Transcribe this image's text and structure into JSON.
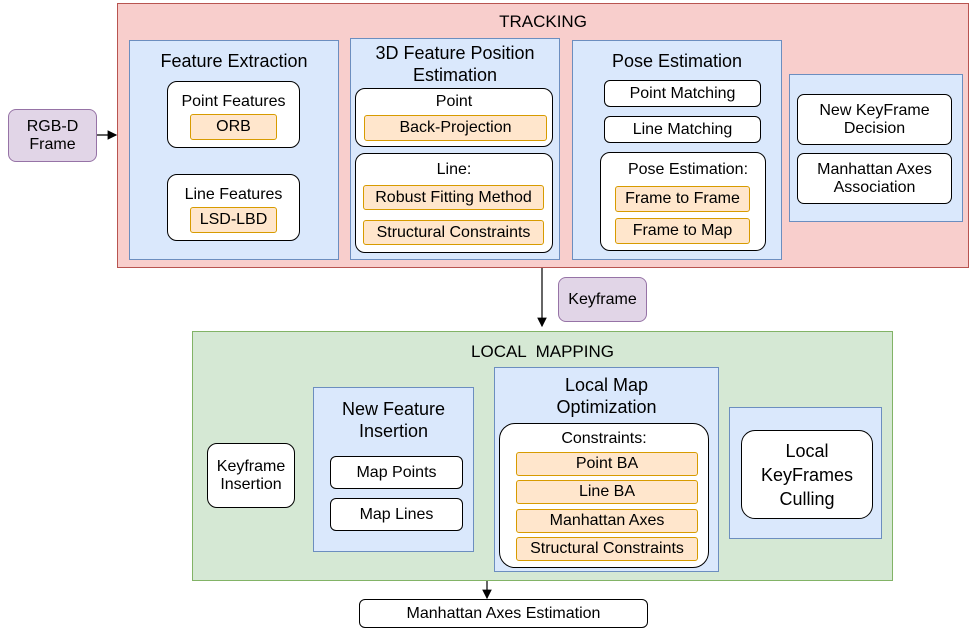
{
  "input_frame": "RGB-D\nFrame",
  "tracking": {
    "title": "TRACKING",
    "feature_extraction": {
      "title": "Feature Extraction",
      "point_features": "Point Features",
      "orb": "ORB",
      "line_features": "Line Features",
      "lsd_lbd": "LSD-LBD"
    },
    "position_estimation": {
      "title": "3D Feature Position\nEstimation",
      "point": "Point",
      "back_projection": "Back-Projection",
      "line": "Line:",
      "robust_fitting": "Robust Fitting Method",
      "structural_constraints": "Structural Constraints"
    },
    "pose_estimation": {
      "title": "Pose Estimation",
      "point_matching": "Point Matching",
      "line_matching": "Line Matching",
      "pose_label": "Pose Estimation:",
      "frame_to_frame": "Frame to Frame",
      "frame_to_map": "Frame to Map"
    },
    "decision": {
      "new_keyframe": "New KeyFrame\nDecision",
      "manhattan_association": "Manhattan Axes\nAssociation"
    }
  },
  "keyframe_label": "Keyframe",
  "local_mapping": {
    "title": "LOCAL  MAPPING",
    "keyframe_insertion": "Keyframe\nInsertion",
    "new_feature_insertion": {
      "title": "New Feature\nInsertion",
      "map_points": "Map Points",
      "map_lines": "Map Lines"
    },
    "optimization": {
      "title": "Local Map\nOptimization",
      "constraints": "Constraints:",
      "point_ba": "Point BA",
      "line_ba": "Line BA",
      "manhattan_axes": "Manhattan Axes",
      "structural_constraints": "Structural Constraints"
    },
    "culling": "Local\nKeyFrames\nCulling"
  },
  "manhattan_estimation": "Manhattan Axes Estimation"
}
